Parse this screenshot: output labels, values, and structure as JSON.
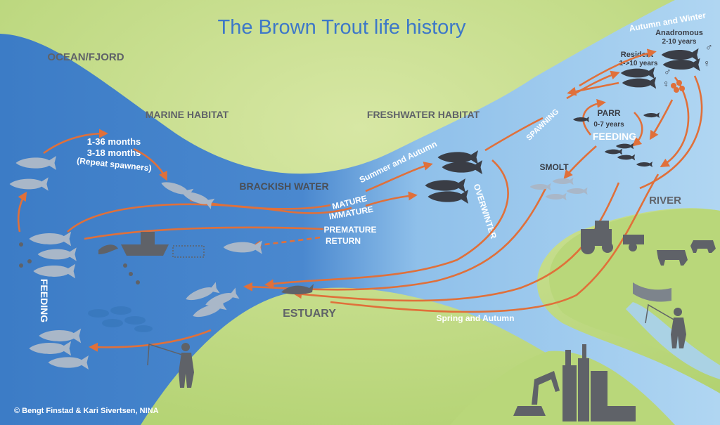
{
  "title": "The Brown Trout life history",
  "credit": "© Bengt Finstad & Kari Sivertsen, NINA",
  "colors": {
    "ocean": "#3f7fc9",
    "freshwater": "#a9d1f0",
    "land": "#b9d77a",
    "arrow": "#e0703a",
    "fish": "#a9b7c8",
    "fish_dark": "#3a3d45",
    "title": "#3d78c8",
    "silhouette": "#5f6268"
  },
  "regions": {
    "ocean": "OCEAN/FJORD",
    "marine": "MARINE HABITAT",
    "freshwater": "FRESHWATER HABITAT",
    "brackish": "BRACKISH WATER",
    "estuary": "ESTUARY",
    "river": "RIVER"
  },
  "marine": {
    "duration_line1": "1-36 months",
    "duration_line2": "3-18 months",
    "duration_line3": "(Repeat spawners)",
    "feeding": "FEEDING"
  },
  "migration": {
    "mature": "MATURE",
    "immature": "IMMATURE",
    "premature_line1": "PREMATURE",
    "premature_line2": "RETURN",
    "summer_autumn": "Summer and Autumn",
    "overwinter": "OVERWINTER",
    "spring_autumn": "Spring and Autumn"
  },
  "river": {
    "spawning": "SPAWNING",
    "smolt": "SMOLT",
    "parr": "PARR",
    "parr_age": "0-7 years",
    "feeding": "FEEDING",
    "autumn_winter": "Autumn and Winter",
    "anadromous": "Anadromous",
    "anadromous_age": "2-10 years",
    "resident": "Resident",
    "resident_age": "1->10 years",
    "male": "♂",
    "female": "♀"
  }
}
